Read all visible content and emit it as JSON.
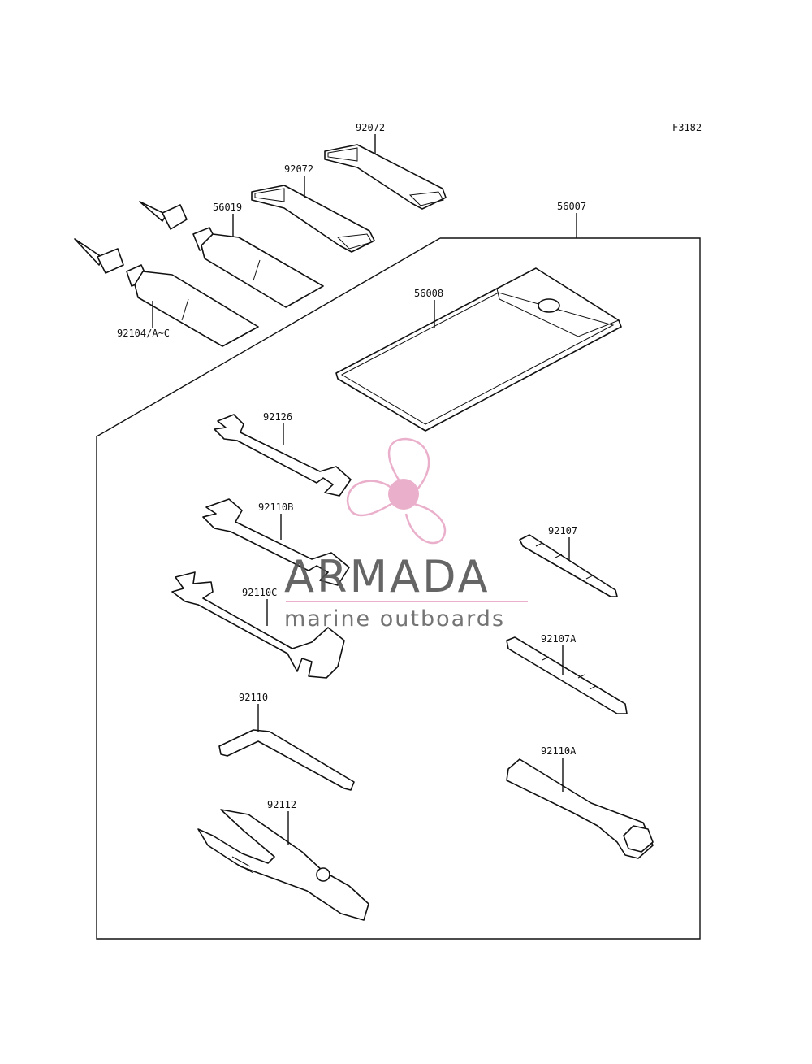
{
  "figure_code": "F3182",
  "parts": {
    "strap_a": "92072",
    "strap_b": "92072",
    "tube_a": "56019",
    "tube_b": "92104/A~C",
    "tool_kit": "56007",
    "bag": "56008",
    "wrench_a": "92126",
    "wrench_b": "92110B",
    "wrench_c": "92110C",
    "screwdriver_a": "92107",
    "screwdriver_b": "92107A",
    "hex_key": "92110",
    "socket": "92110A",
    "pliers": "92112"
  },
  "watermark": {
    "brand": "ARMADA",
    "tagline": "marine outboards",
    "color": "#e8a7c6"
  }
}
